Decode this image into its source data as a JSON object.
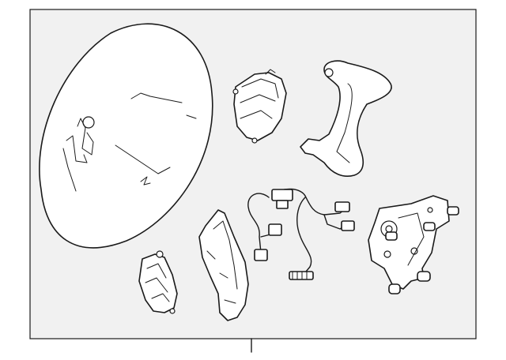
{
  "diagram": {
    "parts": [
      {
        "id": "steering-wheel"
      },
      {
        "id": "switch-assembly-right"
      },
      {
        "id": "lower-cover-bezel"
      },
      {
        "id": "wire-harness"
      },
      {
        "id": "mounting-bracket"
      },
      {
        "id": "side-trim-cover"
      },
      {
        "id": "switch-assembly-left"
      }
    ]
  },
  "colors": {
    "background": "#ffffff",
    "frame_fill": "#f1f1f1",
    "line": "#1a1a1a"
  }
}
